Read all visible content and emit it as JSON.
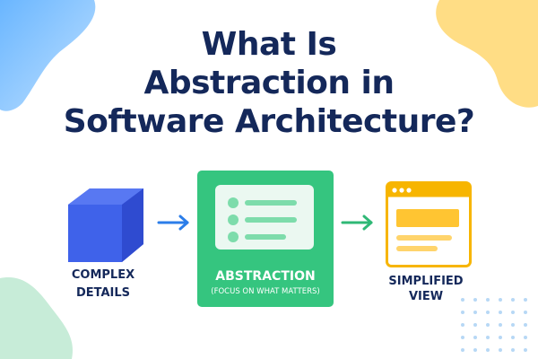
{
  "title_lines": [
    "What Is",
    "Abstraction in",
    "Software Architecture?"
  ],
  "left_label_lines": [
    "COMPLEX",
    "DETAILS"
  ],
  "center": {
    "title": "ABSTRACTION",
    "subtitle": "(FOCUS ON WHAT MATTERS)"
  },
  "right_label_lines": [
    "SIMPLIFIED",
    "VIEW"
  ],
  "icons": {
    "left": "cube-icon",
    "center": "list-card-icon",
    "right": "browser-window-icon"
  },
  "colors": {
    "title": "#14285a",
    "cube": "#3c5de8",
    "arrow_blue": "#2b7de9",
    "green": "#35c57f",
    "arrow_green": "#2fb876",
    "window_orange": "#f7b500",
    "blob_blue": "#8cc6ff",
    "blob_yellow": "#ffe08a",
    "blob_green": "#bfead2"
  }
}
